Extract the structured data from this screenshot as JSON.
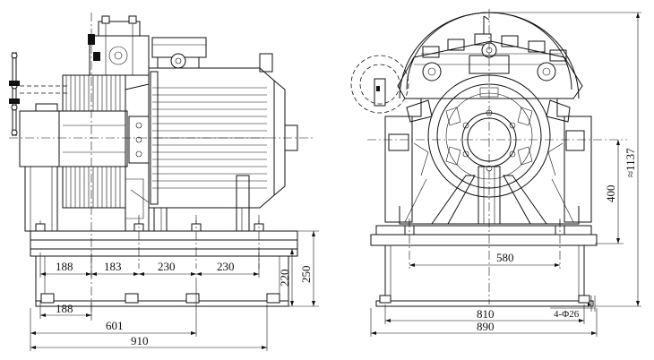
{
  "side_view": {
    "dim_188a": "188",
    "dim_183": "183",
    "dim_230a": "230",
    "dim_230b": "230",
    "dim_188b": "188",
    "dim_601": "601",
    "dim_910": "910",
    "dim_220": "220",
    "dim_250": "250"
  },
  "front_view": {
    "dim_1137": "≈1137",
    "dim_400": "400",
    "dim_580": "580",
    "dim_810": "810",
    "dim_890": "890",
    "dim_holes": "4-Φ26"
  }
}
